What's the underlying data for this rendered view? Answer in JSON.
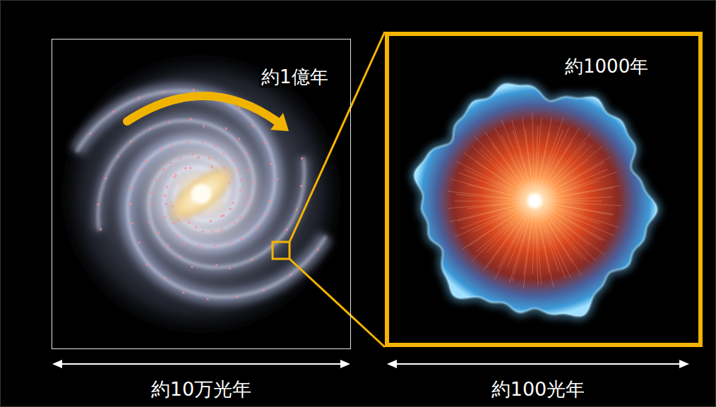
{
  "diagram": {
    "nodes": [
      {
        "text": [
          "約1億年"
        ]
      },
      {
        "text": [
          "約1000年"
        ]
      }
    ],
    "labels": [
      "約10万光年",
      "約100光年"
    ]
  }
}
